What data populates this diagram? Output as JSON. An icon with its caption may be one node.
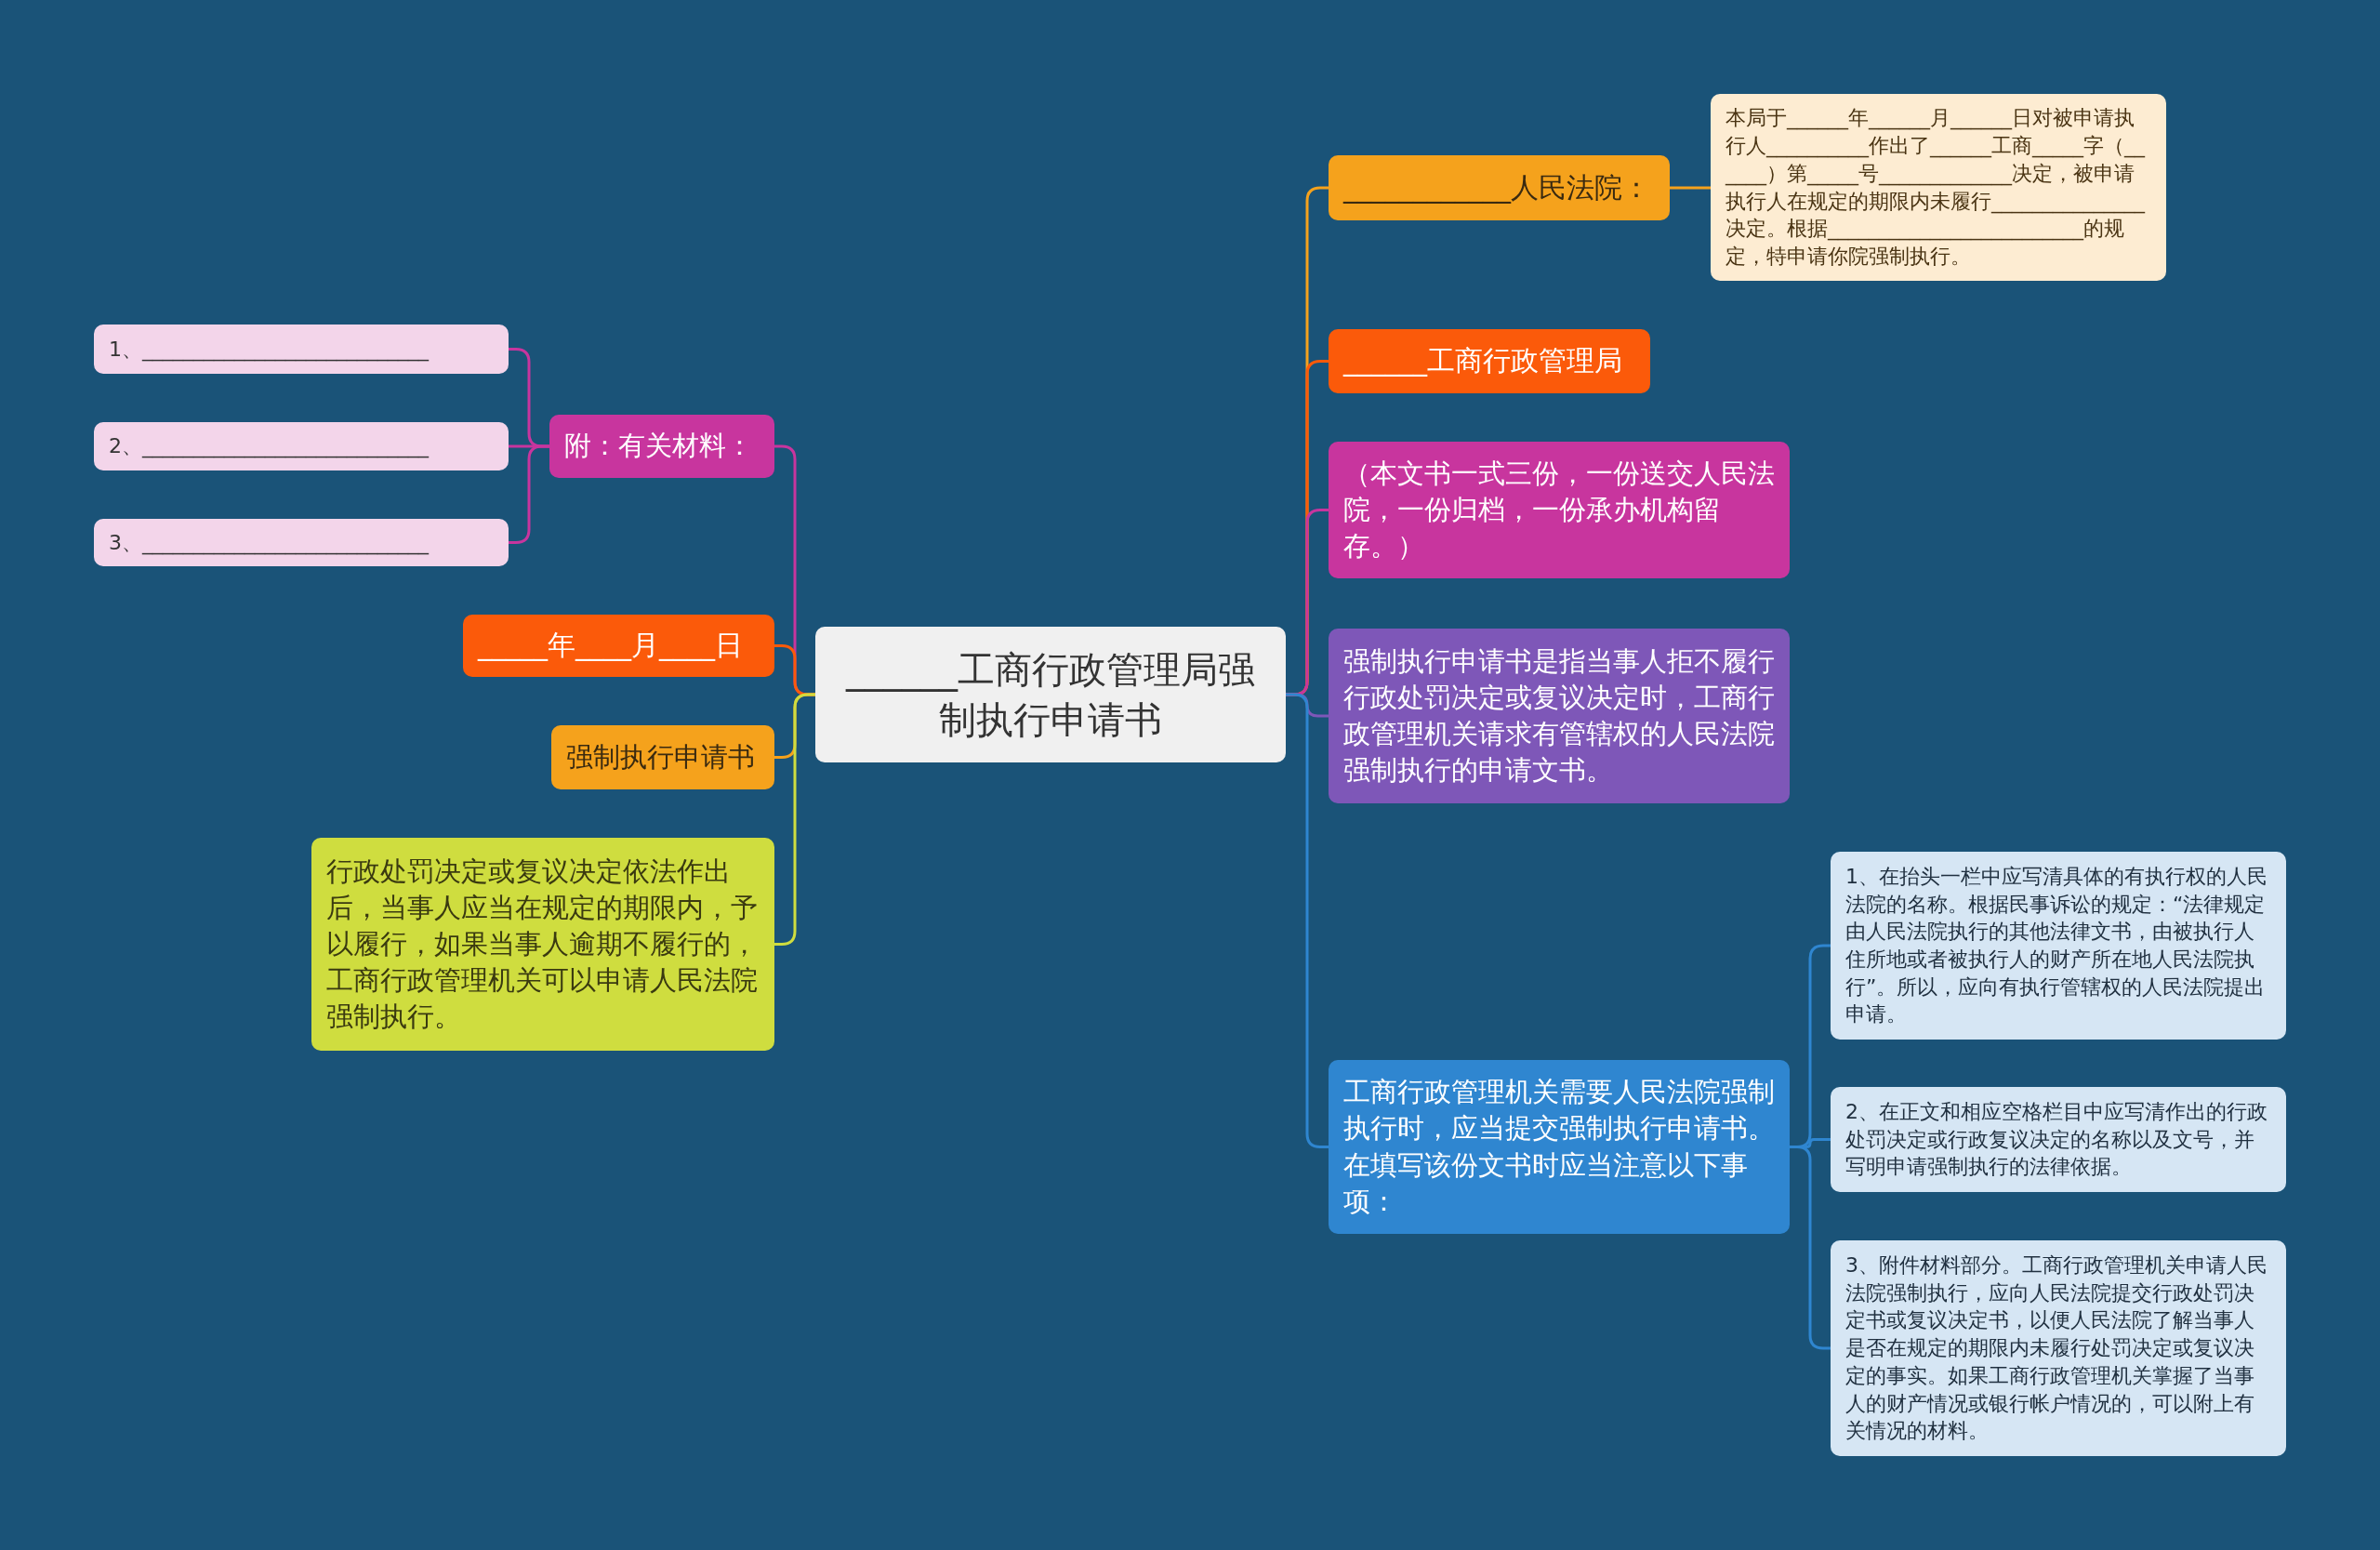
{
  "diagram": {
    "nodes": [
      {
        "text": [
          "______工商行政管理局强制执行申请书"
        ]
      },
      {
        "text": [
          "____________人民法院："
        ]
      },
      {
        "text": [
          "本局于______年______月______日对被申请执行人__________作出了______工商_____字（______）第_____号_____________决定，被申请执行人在规定的期限内未履行_______________决定。根据_________________________的规定，特申请你院强制执行。"
        ]
      },
      {
        "text": [
          "______工商行政管理局"
        ]
      },
      {
        "text": [
          "（本文书一式三份，一份送交人民法院，一份归档，一份承办机构留存。）"
        ]
      },
      {
        "text": [
          "强制执行申请书是指当事人拒不履行行政处罚决定或复议决定时，工商行政管理机关请求有管辖权的人民法院强制执行的申请文书。"
        ]
      },
      {
        "text": [
          "工商行政管理机关需要人民法院强制执行时，应当提交强制执行申请书。在填写该份文书时应当注意以下事项："
        ]
      },
      {
        "text": [
          "1、在抬头一栏中应写清具体的有执行权的人民法院的名称。根据民事诉讼的规定：“法律规定由人民法院执行的其他法律文书，由被执行人住所地或者被执行人的财产所在地人民法院执行”。所以，应向有执行管辖权的人民法院提出申请。"
        ]
      },
      {
        "text": [
          "2、在正文和相应空格栏目中应写清作出的行政处罚决定或行政复议决定的名称以及文号，并写明申请强制执行的法律依据。"
        ]
      },
      {
        "text": [
          "3、附件材料部分。工商行政管理机关申请人民法院强制执行，应向人民法院提交行政处罚决定书或复议决定书，以便人民法院了解当事人是否在规定的期限内未履行处罚决定或复议决定的事实。如果工商行政管理机关掌握了当事人的财产情况或银行帐户情况的，可以附上有关情况的材料。"
        ]
      },
      {
        "text": [
          "附：有关材料："
        ]
      },
      {
        "text": [
          "1、____________________________"
        ]
      },
      {
        "text": [
          "2、____________________________"
        ]
      },
      {
        "text": [
          "3、____________________________"
        ]
      },
      {
        "text": [
          "_____年____月____日"
        ]
      },
      {
        "text": [
          "强制执行申请书"
        ]
      },
      {
        "text": [
          "行政处罚决定或复议决定依法作出后，当事人应当在规定的期限内，予以履行，如果当事人逾期不履行的，工商行政管理机关可以申请人民法院强制执行。"
        ]
      }
    ],
    "edges": [
      {
        "from": 0,
        "to": 1,
        "arrow": "none",
        "color": "#f5a21c"
      },
      {
        "from": 1,
        "to": 2,
        "arrow": "none",
        "color": "#f5a21c"
      },
      {
        "from": 0,
        "to": 3,
        "arrow": "none",
        "color": "#fb5a0a"
      },
      {
        "from": 0,
        "to": 4,
        "arrow": "none",
        "color": "#c8359e"
      },
      {
        "from": 0,
        "to": 5,
        "arrow": "none",
        "color": "#7e57b8"
      },
      {
        "from": 0,
        "to": 6,
        "arrow": "none",
        "color": "#2f86d0"
      },
      {
        "from": 6,
        "to": 7,
        "arrow": "none",
        "color": "#2f86d0"
      },
      {
        "from": 6,
        "to": 8,
        "arrow": "none",
        "color": "#2f86d0"
      },
      {
        "from": 6,
        "to": 9,
        "arrow": "none",
        "color": "#2f86d0"
      },
      {
        "from": 0,
        "to": 10,
        "arrow": "none",
        "color": "#c8359e"
      },
      {
        "from": 10,
        "to": 11,
        "arrow": "none",
        "color": "#c8359e"
      },
      {
        "from": 10,
        "to": 12,
        "arrow": "none",
        "color": "#c8359e"
      },
      {
        "from": 10,
        "to": 13,
        "arrow": "none",
        "color": "#c8359e"
      },
      {
        "from": 0,
        "to": 14,
        "arrow": "none",
        "color": "#fb5a0a"
      },
      {
        "from": 0,
        "to": 15,
        "arrow": "none",
        "color": "#f5a21c"
      },
      {
        "from": 0,
        "to": 16,
        "arrow": "none",
        "color": "#cfdd3f"
      }
    ]
  }
}
